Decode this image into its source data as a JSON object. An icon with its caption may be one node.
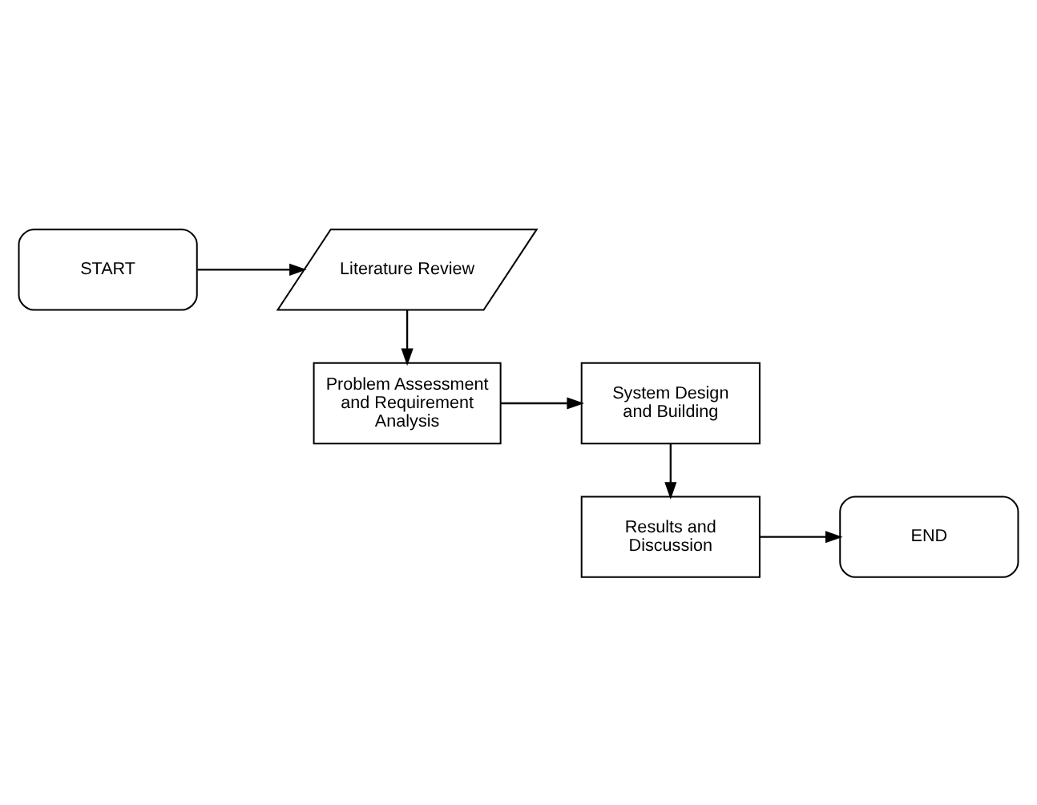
{
  "diagram": {
    "nodes": [
      {
        "text": [
          "START"
        ]
      },
      {
        "text": [
          "Literature Review"
        ]
      },
      {
        "text": [
          "Problem Assessment and Requirement Analysis"
        ]
      },
      {
        "text": [
          "System Design and Building"
        ]
      },
      {
        "text": [
          "Results and Discussion"
        ]
      },
      {
        "text": [
          "END"
        ]
      }
    ],
    "edges": [
      {
        "from": 0,
        "to": 1,
        "arrow": "to"
      },
      {
        "from": 1,
        "to": 2,
        "arrow": "to"
      },
      {
        "from": 2,
        "to": 3,
        "arrow": "to"
      },
      {
        "from": 3,
        "to": 4,
        "arrow": "to"
      },
      {
        "from": 4,
        "to": 5,
        "arrow": "to"
      }
    ]
  }
}
